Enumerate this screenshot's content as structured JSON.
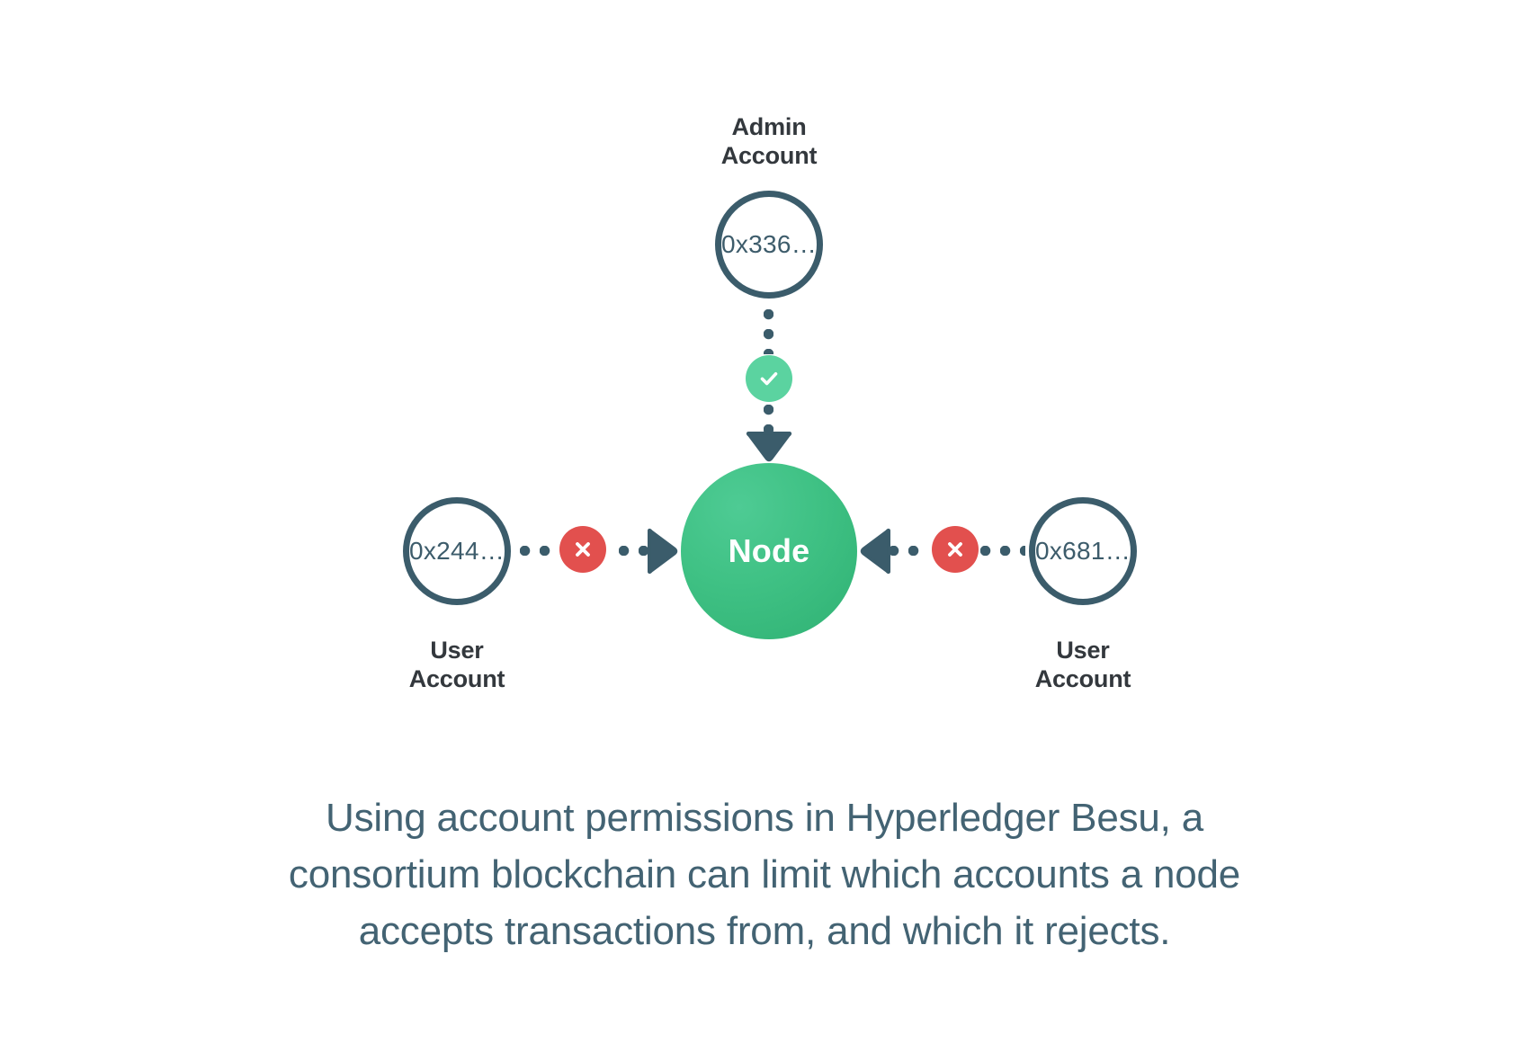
{
  "diagram": {
    "title": "Account permissions in Hyperledger Besu",
    "colors": {
      "slate": "#3b5c6b",
      "node_green": "#3fc184",
      "allow_green": "#5bd3a0",
      "deny_red": "#e2504e",
      "label_dark": "#33383d",
      "caption_blue": "#436373",
      "background": "#ffffff"
    },
    "nodes": {
      "admin": {
        "label": "Admin\nAccount",
        "address": "0x336…",
        "type": "account-circle"
      },
      "user_left": {
        "label": "User\nAccount",
        "address": "0x244…",
        "type": "account-circle"
      },
      "user_right": {
        "label": "User\nAccount",
        "address": "0x681…",
        "type": "account-circle"
      },
      "center": {
        "label": "Node",
        "type": "node-circle"
      }
    },
    "badges": {
      "allow": {
        "icon": "check-icon",
        "meaning": "accepted",
        "color": "#5bd3a0"
      },
      "deny_left": {
        "icon": "cross-icon",
        "meaning": "rejected",
        "color": "#e2504e"
      },
      "deny_right": {
        "icon": "cross-icon",
        "meaning": "rejected",
        "color": "#e2504e"
      }
    },
    "connectors": [
      {
        "from": "admin",
        "to": "center",
        "direction": "down",
        "style": "dotted",
        "status": "allow"
      },
      {
        "from": "user_left",
        "to": "center",
        "direction": "right",
        "style": "dotted",
        "status": "deny"
      },
      {
        "from": "user_right",
        "to": "center",
        "direction": "left",
        "style": "dotted",
        "status": "deny"
      }
    ]
  },
  "caption": {
    "text": "Using account permissions in Hyperledger Besu, a consortium blockchain can limit which accounts a node accepts transactions from, and which it rejects."
  }
}
